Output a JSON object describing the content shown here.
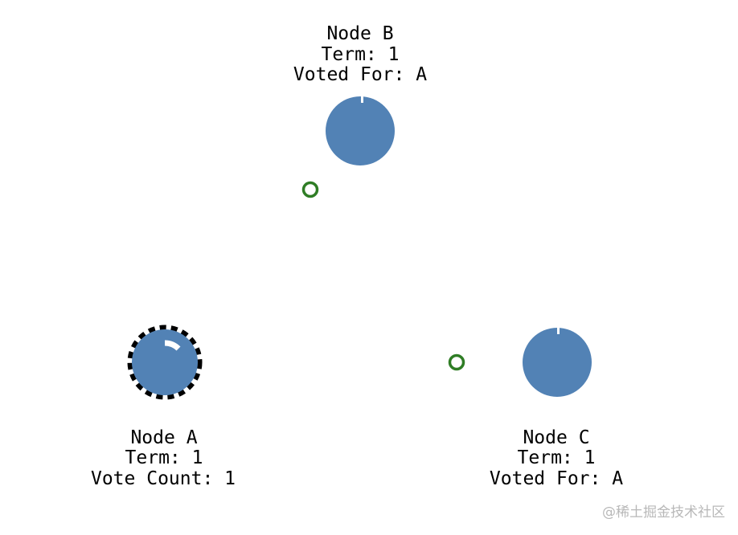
{
  "diagram": {
    "colors": {
      "node_fill": "#5282b5",
      "message_stroke": "#2f7d25",
      "candidate_outline": "#000000",
      "timer_mark": "#ffffff"
    },
    "nodes": [
      {
        "id": "A",
        "name": "Node A",
        "term_line": "Term: 1",
        "status_line": "Vote Count: 1",
        "role": "candidate"
      },
      {
        "id": "B",
        "name": "Node B",
        "term_line": "Term: 1",
        "status_line": "Voted For: A",
        "role": "follower"
      },
      {
        "id": "C",
        "name": "Node C",
        "term_line": "Term: 1",
        "status_line": "Voted For: A",
        "role": "follower"
      }
    ],
    "messages": [
      {
        "from": "B",
        "to": "A",
        "kind": "vote-response"
      },
      {
        "from": "C",
        "to": "A",
        "kind": "vote-response"
      }
    ]
  },
  "watermark": "@稀土掘金技术社区"
}
